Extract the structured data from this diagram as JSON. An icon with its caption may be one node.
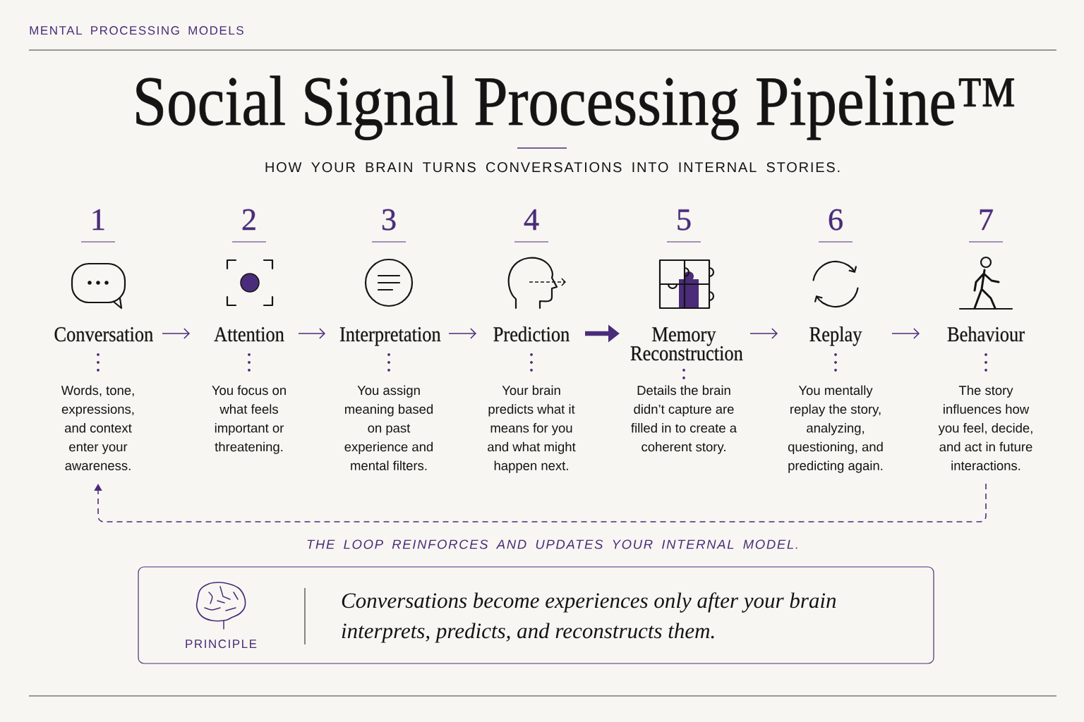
{
  "diagram": {
    "title": "Social Signal Processing Pipeline™",
    "nodes": [
      {
        "text": [
          "1",
          "Conversation",
          "Words, tone, expressions, and context enter your awareness."
        ]
      },
      {
        "text": [
          "2",
          "Attention",
          "You focus on what feels important or threatening."
        ]
      },
      {
        "text": [
          "3",
          "Interpretation",
          "You assign meaning based on past experience and mental filters."
        ]
      },
      {
        "text": [
          "4",
          "Prediction",
          "Your brain predicts what it means for you and what might happen next."
        ]
      },
      {
        "text": [
          "5",
          "Memory Reconstruction",
          "Details the brain didn’t capture are filled in to create a coherent story."
        ]
      },
      {
        "text": [
          "6",
          "Replay",
          "You mentally replay the story, analyzing, questioning, and predicting again."
        ]
      },
      {
        "text": [
          "7",
          "Behaviour",
          "The story influences how you feel, decide, and act in future interactions."
        ]
      },
      {
        "text": [
          "PRINCIPLE",
          "Conversations become experiences only after your brain interprets, predicts, and reconstructs them."
        ]
      }
    ],
    "edges": [
      {
        "from": 0,
        "to": 1,
        "arrow": "to"
      },
      {
        "from": 1,
        "to": 2,
        "arrow": "to"
      },
      {
        "from": 2,
        "to": 3,
        "arrow": "to"
      },
      {
        "from": 3,
        "to": 4,
        "arrow": "to",
        "style": "thick"
      },
      {
        "from": 4,
        "to": 5,
        "arrow": "to"
      },
      {
        "from": 5,
        "to": 6,
        "arrow": "to"
      },
      {
        "from": 6,
        "to": 0,
        "arrow": "to",
        "style": "dashed",
        "label": "THE LOOP REINFORCES AND UPDATES YOUR INTERNAL MODEL."
      }
    ],
    "labels": [
      "MENTAL PROCESSING MODELS",
      "HOW YOUR BRAIN TURNS CONVERSATIONS INTO INTERNAL STORIES."
    ]
  }
}
